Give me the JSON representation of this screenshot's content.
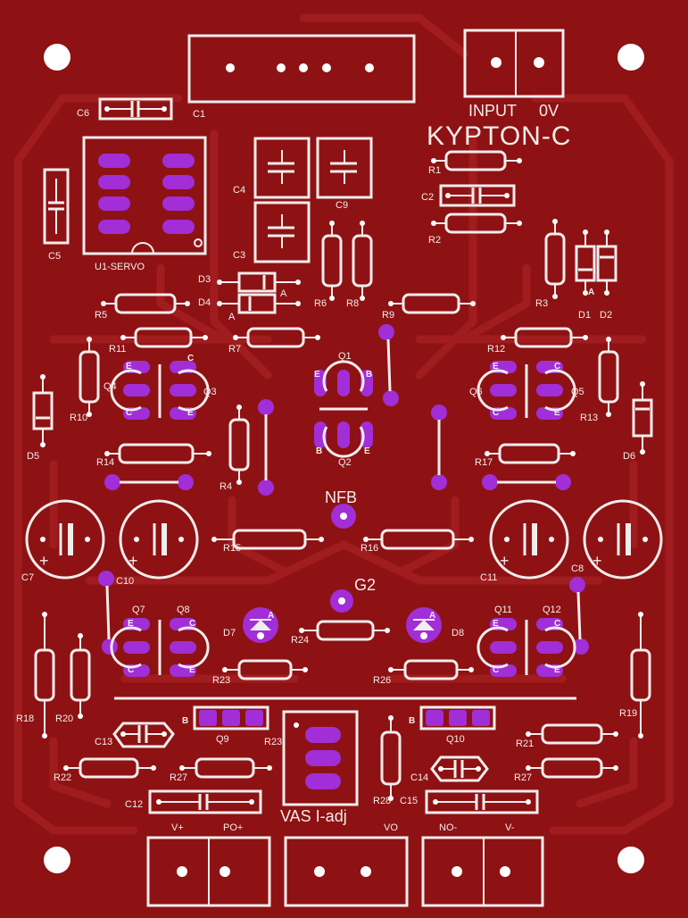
{
  "board": {
    "title": "KYPTON-C",
    "colors": {
      "substrate": "#8e1213",
      "copper_trace": "#a01c1e",
      "silkscreen": "#f3ecec",
      "pad": "#a12ed6",
      "hole": "#ffffff"
    }
  },
  "labels": {
    "input": "INPUT",
    "ov": "0V",
    "nfb": "NFB",
    "g2": "G2",
    "u1": "U1-SERVO",
    "vas": "VAS I-adj",
    "vplus": "V+",
    "poplus": "PO+",
    "vo": "VO",
    "nominus": "NO-",
    "vminus": "V-",
    "c1": "C1",
    "c2": "C2",
    "c3": "C3",
    "c4": "C4",
    "c5": "C5",
    "c6": "C6",
    "c7": "C7",
    "c8": "C8",
    "c9": "C9",
    "c10": "C10",
    "c11": "C11",
    "c12": "C12",
    "c13": "C13",
    "c14": "C14",
    "c15": "C15",
    "r1": "R1",
    "r2": "R2",
    "r3": "R3",
    "r4": "R4",
    "r5": "R5",
    "r6": "R6",
    "r7": "R7",
    "r8": "R8",
    "r9": "R9",
    "r10": "R10",
    "r11": "R11",
    "r12": "R12",
    "r13": "R13",
    "r14": "R14",
    "r15": "R15",
    "r16": "R16",
    "r17": "R17",
    "r18": "R18",
    "r19": "R19",
    "r20": "R20",
    "r21": "R21",
    "r22": "R22",
    "r23a": "R23",
    "r23b": "R23",
    "r24": "R24",
    "r26": "R26",
    "r27a": "R27",
    "r27b": "R27",
    "r28": "R28",
    "d1": "D1",
    "d2": "D2",
    "d3": "D3",
    "d4": "D4",
    "d5": "D5",
    "d6": "D6",
    "d7": "D7",
    "d8": "D8",
    "q1": "Q1",
    "q2": "Q2",
    "q3": "Q3",
    "q4": "Q4",
    "q5": "Q5",
    "q6": "Q6",
    "q7": "Q7",
    "q8": "Q8",
    "q9": "Q9",
    "q10": "Q10",
    "q11": "Q11",
    "q12": "Q12",
    "pin_e": "E",
    "pin_c": "C",
    "pin_b": "B",
    "pin_a": "A",
    "plus": "+"
  }
}
